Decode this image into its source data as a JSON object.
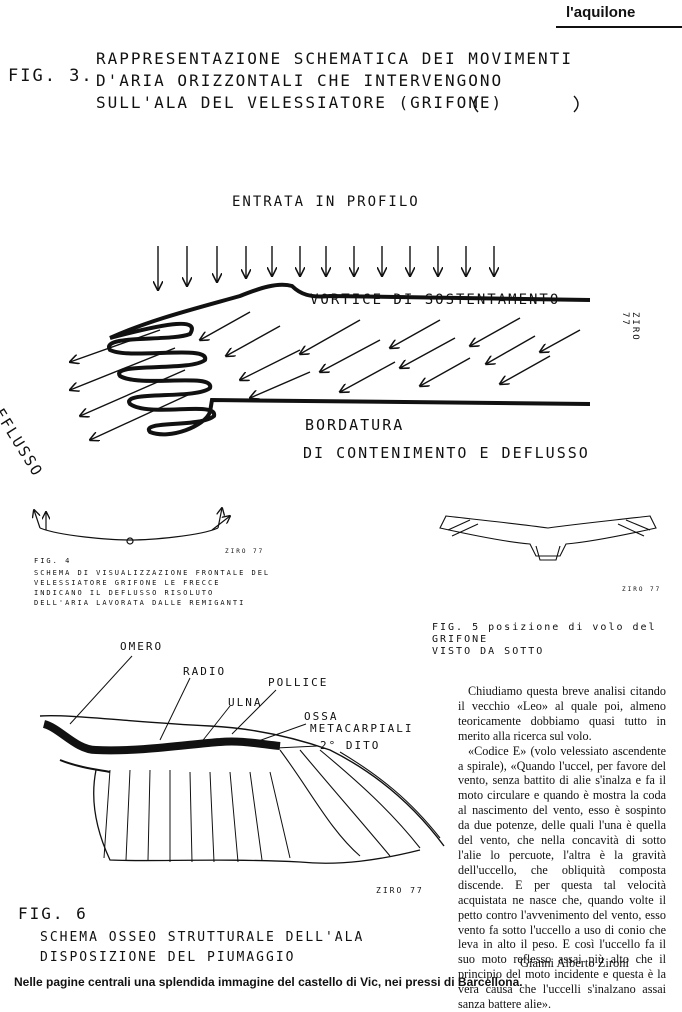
{
  "masthead": "l'aquilone",
  "fig3": {
    "label": "FIG. 3.",
    "title_lines": [
      "RAPPRESENTAZIONE SCHEMATICA DEI MOVIMENTI",
      "D'ARIA ORIZZONTALI CHE INTERVENGONO",
      "SULL'ALA DEL VELESSIATORE (GRIFONE)"
    ],
    "entrata": "ENTRATA IN PROFILO",
    "vortice": "VORTICE DI SOSTENTAMENTO",
    "bordatura": "BORDATURA",
    "contenimento": "DI CONTENIMENTO E DEFLUSSO",
    "deflusso": "DEFLUSSO",
    "signature": "ZIRO 77"
  },
  "fig4": {
    "label": "FIG. 4",
    "caption": "SCHEMA DI VISUALIZZAZIONE FRONTALE DEL VELESSIATORE GRIFONE LE FRECCE INDICANO IL DEFLUSSO RISOLUTO DELL'ARIA LAVORATA DALLE REMIGANTI",
    "signature": "ZIRO 77"
  },
  "fig5": {
    "caption_line1": "FIG. 5 posizione di volo del GRIFONE",
    "caption_line2": "VISTO DA SOTTO",
    "signature": "ZIRO 77"
  },
  "fig6": {
    "label": "FIG. 6",
    "caption_line1": "SCHEMA OSSEO STRUTTURALE DELL'ALA",
    "caption_line2": "DISPOSIZIONE DEL PIUMAGGIO",
    "signature": "ZIRO 77",
    "anatomy": {
      "omero": "OMERO",
      "radio": "RADIO",
      "ulna": "ULNA",
      "pollice": "POLLICE",
      "ossa": "OSSA",
      "metacarpiali": "METACARPIALI",
      "dito": "2° DITO"
    }
  },
  "article": {
    "paragraphs": [
      "Chiudiamo questa breve analisi citando il vecchio «Leo» al quale poi, almeno teoricamente dobbiamo quasi tutto in merito alla ricerca sul volo.",
      "«Codice E» (volo velessiato ascendente a spirale), «Quando l'uccel, per favore del vento, senza battito di alie s'inalza e fa il moto circulare e quando è mostra la coda al nascimento del vento, esso è sospinto da due potenze, delle quali l'una è quella del vento, che nella concavità di sotto l'alie lo percuote, l'altra è la gravità dell'uccello, che obliquità composta discende. E per questa tal velocità acquistata ne nasce che, quando volte il petto contro l'avvenimento del vento, esso vento fa sotto l'uccello a uso di conio che leva in alto il peso. E così l'uccello fa il suo moto reflesso assai più alto che il principio del moto incidente e questa è la vera causa che l'uccelli s'inalzano assai sanza battere alie»."
    ],
    "author": "Gianni Alberto Zironi"
  },
  "footer": "Nelle pagine centrali una splendida immagine del castello di Vic, nei pressi di Barcellona."
}
